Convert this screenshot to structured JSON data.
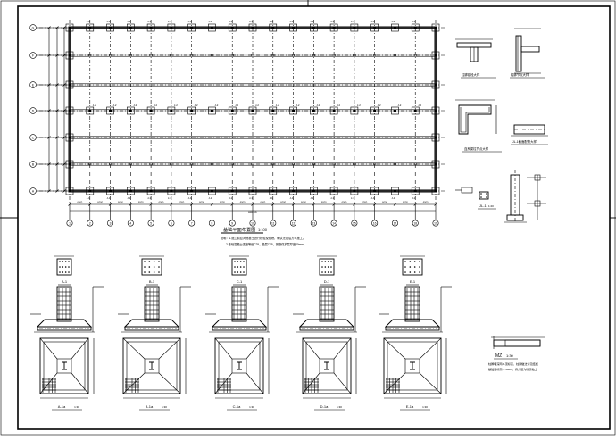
{
  "plan": {
    "grid_cols": [
      "1",
      "2",
      "3",
      "4",
      "5",
      "6",
      "7",
      "8",
      "9",
      "10",
      "11",
      "12",
      "13",
      "14",
      "15",
      "16",
      "17",
      "18",
      "19"
    ],
    "grid_rows": [
      "G",
      "F",
      "E",
      "D",
      "C",
      "B",
      "A"
    ],
    "title": "基础平面布置图",
    "scale": "1:100",
    "overall_dim": "68000",
    "notes": [
      "说明：1.施工前应对地基土进行检验及验槽，确认无误后方可施工。",
      "2.基础混凝土强度等级C25，垫层C15，钢筋保护层厚度40mm。"
    ]
  },
  "details": {
    "d1_caption": "柱脚锚栓大样",
    "d2_caption": "柱脚节点大样",
    "d3_caption": "连系梁柱节点大样",
    "d4_caption": "JL-1截面配筋大样",
    "d5_caption": "JL-1",
    "d5_scale": "1:20"
  },
  "sections": [
    {
      "id": "A-A",
      "label": "A-1",
      "plan_label": "A-1a",
      "scale": "1:30"
    },
    {
      "id": "B-B",
      "label": "B-1",
      "plan_label": "B-1a",
      "scale": "1:30"
    },
    {
      "id": "C-C",
      "label": "C-1",
      "plan_label": "C-1a",
      "scale": "1:30"
    },
    {
      "id": "D-D",
      "label": "D-1",
      "plan_label": "D-1a",
      "scale": "1:30"
    },
    {
      "id": "E-E",
      "label": "E-1",
      "plan_label": "E-1a",
      "scale": "1:30"
    }
  ],
  "mz": {
    "label": "MZ",
    "scale": "1:30",
    "note1": "柱脚埋深同JL顶标高，柱脚做法详见结施",
    "note2": "基础底标高-1.500m，持力层为粉质粘土"
  }
}
